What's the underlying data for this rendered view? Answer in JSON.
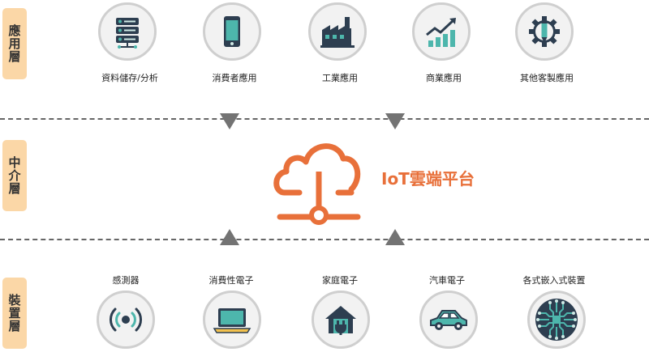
{
  "layers": {
    "application": "應用層",
    "middle": "中介層",
    "device": "裝置層"
  },
  "application_items": [
    {
      "label": "資料儲存/分析",
      "icon": "server-icon"
    },
    {
      "label": "消費者應用",
      "icon": "smartphone-icon"
    },
    {
      "label": "工業應用",
      "icon": "factory-icon"
    },
    {
      "label": "商業應用",
      "icon": "growth-chart-icon"
    },
    {
      "label": "其他客製應用",
      "icon": "pencil-gear-icon"
    }
  ],
  "platform": {
    "label": "IoT雲端平台",
    "icon": "cloud-network-icon",
    "color": "#e8703a"
  },
  "device_items": [
    {
      "label": "感測器",
      "icon": "sensor-signal-icon"
    },
    {
      "label": "消費性電子",
      "icon": "laptop-icon"
    },
    {
      "label": "家庭電子",
      "icon": "house-plug-icon"
    },
    {
      "label": "汽車電子",
      "icon": "car-icon"
    },
    {
      "label": "各式嵌入式裝置",
      "icon": "circuit-chip-icon"
    }
  ],
  "colors": {
    "tag_bg": "#fbd7a7",
    "accent_teal": "#4db6ac",
    "icon_navy": "#2d3e50",
    "arrow": "#737373"
  }
}
